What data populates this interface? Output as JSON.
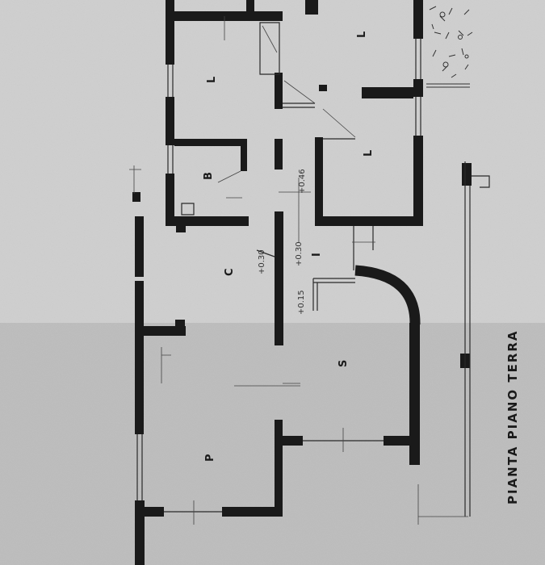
{
  "drawing": {
    "title": "PIANTA PIANO TERRA",
    "rooms": {
      "l_top": "L",
      "l_mid": "L",
      "l_right": "L",
      "b": "B",
      "c": "C",
      "i": "I",
      "s": "S",
      "p": "P"
    },
    "elevations": {
      "e046": "+0.46",
      "e030a": "+0.30",
      "e030b": "+0.30",
      "e015": "+0.15"
    }
  }
}
